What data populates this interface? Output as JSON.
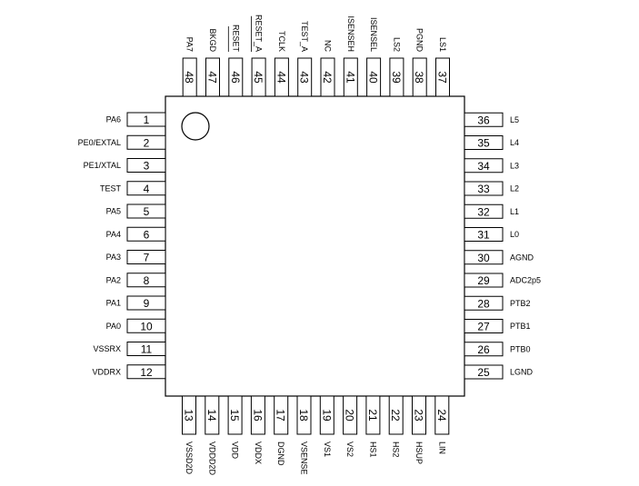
{
  "package": {
    "pin1_marker": "circle"
  },
  "pins": {
    "left": [
      {
        "num": "1",
        "label": "PA6"
      },
      {
        "num": "2",
        "label": "PE0/EXTAL"
      },
      {
        "num": "3",
        "label": "PE1/XTAL"
      },
      {
        "num": "4",
        "label": "TEST"
      },
      {
        "num": "5",
        "label": "PA5"
      },
      {
        "num": "6",
        "label": "PA4"
      },
      {
        "num": "7",
        "label": "PA3"
      },
      {
        "num": "8",
        "label": "PA2"
      },
      {
        "num": "9",
        "label": "PA1"
      },
      {
        "num": "10",
        "label": "PA0"
      },
      {
        "num": "11",
        "label": "VSSRX"
      },
      {
        "num": "12",
        "label": "VDDRX"
      }
    ],
    "bottom": [
      {
        "num": "13",
        "label": "VSSD2D"
      },
      {
        "num": "14",
        "label": "VDDD2D"
      },
      {
        "num": "15",
        "label": "VDD"
      },
      {
        "num": "16",
        "label": "VDDX"
      },
      {
        "num": "17",
        "label": "DGND"
      },
      {
        "num": "18",
        "label": "VSENSE"
      },
      {
        "num": "19",
        "label": "VS1"
      },
      {
        "num": "20",
        "label": "VS2"
      },
      {
        "num": "21",
        "label": "HS1"
      },
      {
        "num": "22",
        "label": "HS2"
      },
      {
        "num": "23",
        "label": "HSUP"
      },
      {
        "num": "24",
        "label": "LIN"
      }
    ],
    "right": [
      {
        "num": "25",
        "label": "LGND"
      },
      {
        "num": "26",
        "label": "PTB0"
      },
      {
        "num": "27",
        "label": "PTB1"
      },
      {
        "num": "28",
        "label": "PTB2"
      },
      {
        "num": "29",
        "label": "ADC2p5"
      },
      {
        "num": "30",
        "label": "AGND"
      },
      {
        "num": "31",
        "label": "L0"
      },
      {
        "num": "32",
        "label": "L1"
      },
      {
        "num": "33",
        "label": "L2"
      },
      {
        "num": "34",
        "label": "L3"
      },
      {
        "num": "35",
        "label": "L4"
      },
      {
        "num": "36",
        "label": "L5"
      }
    ],
    "top": [
      {
        "num": "37",
        "label": "LS1"
      },
      {
        "num": "38",
        "label": "PGND"
      },
      {
        "num": "39",
        "label": "LS2"
      },
      {
        "num": "40",
        "label": "ISENSEL"
      },
      {
        "num": "41",
        "label": "ISENSEH"
      },
      {
        "num": "42",
        "label": "NC"
      },
      {
        "num": "43",
        "label": "TEST_A"
      },
      {
        "num": "44",
        "label": "TCLK"
      },
      {
        "num": "45",
        "label": "RESET_A",
        "overbar": true
      },
      {
        "num": "46",
        "label": "RESET",
        "overbar": true
      },
      {
        "num": "47",
        "label": "BKGD"
      },
      {
        "num": "48",
        "label": "PA7"
      }
    ]
  }
}
